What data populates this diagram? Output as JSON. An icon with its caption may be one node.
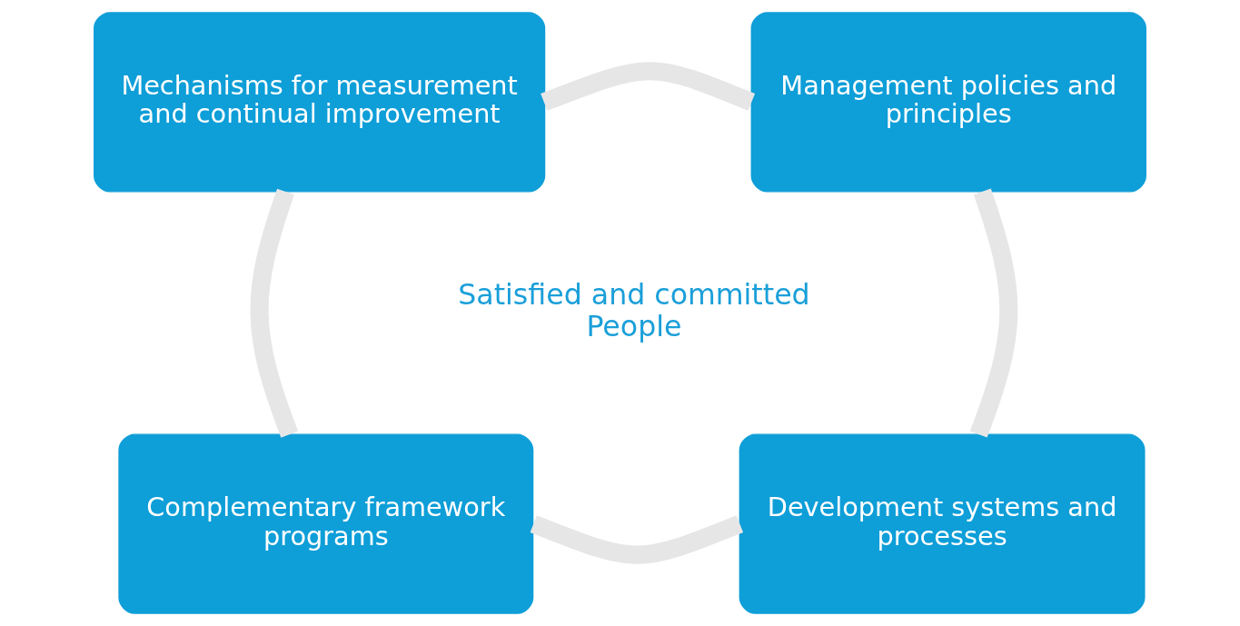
{
  "diagram": {
    "nodes": [
      {
        "text": [
          "Mechanisms for measurement and continual improvement"
        ]
      },
      {
        "text": [
          "Management policies and principles"
        ]
      },
      {
        "text": [
          "Complementary framework programs"
        ]
      },
      {
        "text": [
          "Development systems and processes"
        ]
      }
    ],
    "edges": [
      {
        "from": 0,
        "to": 1,
        "arrow": "none"
      },
      {
        "from": 1,
        "to": 3,
        "arrow": "none"
      },
      {
        "from": 3,
        "to": 2,
        "arrow": "none"
      },
      {
        "from": 2,
        "to": 0,
        "arrow": "none"
      }
    ],
    "labels": [
      "Satisfied and committed People"
    ]
  }
}
